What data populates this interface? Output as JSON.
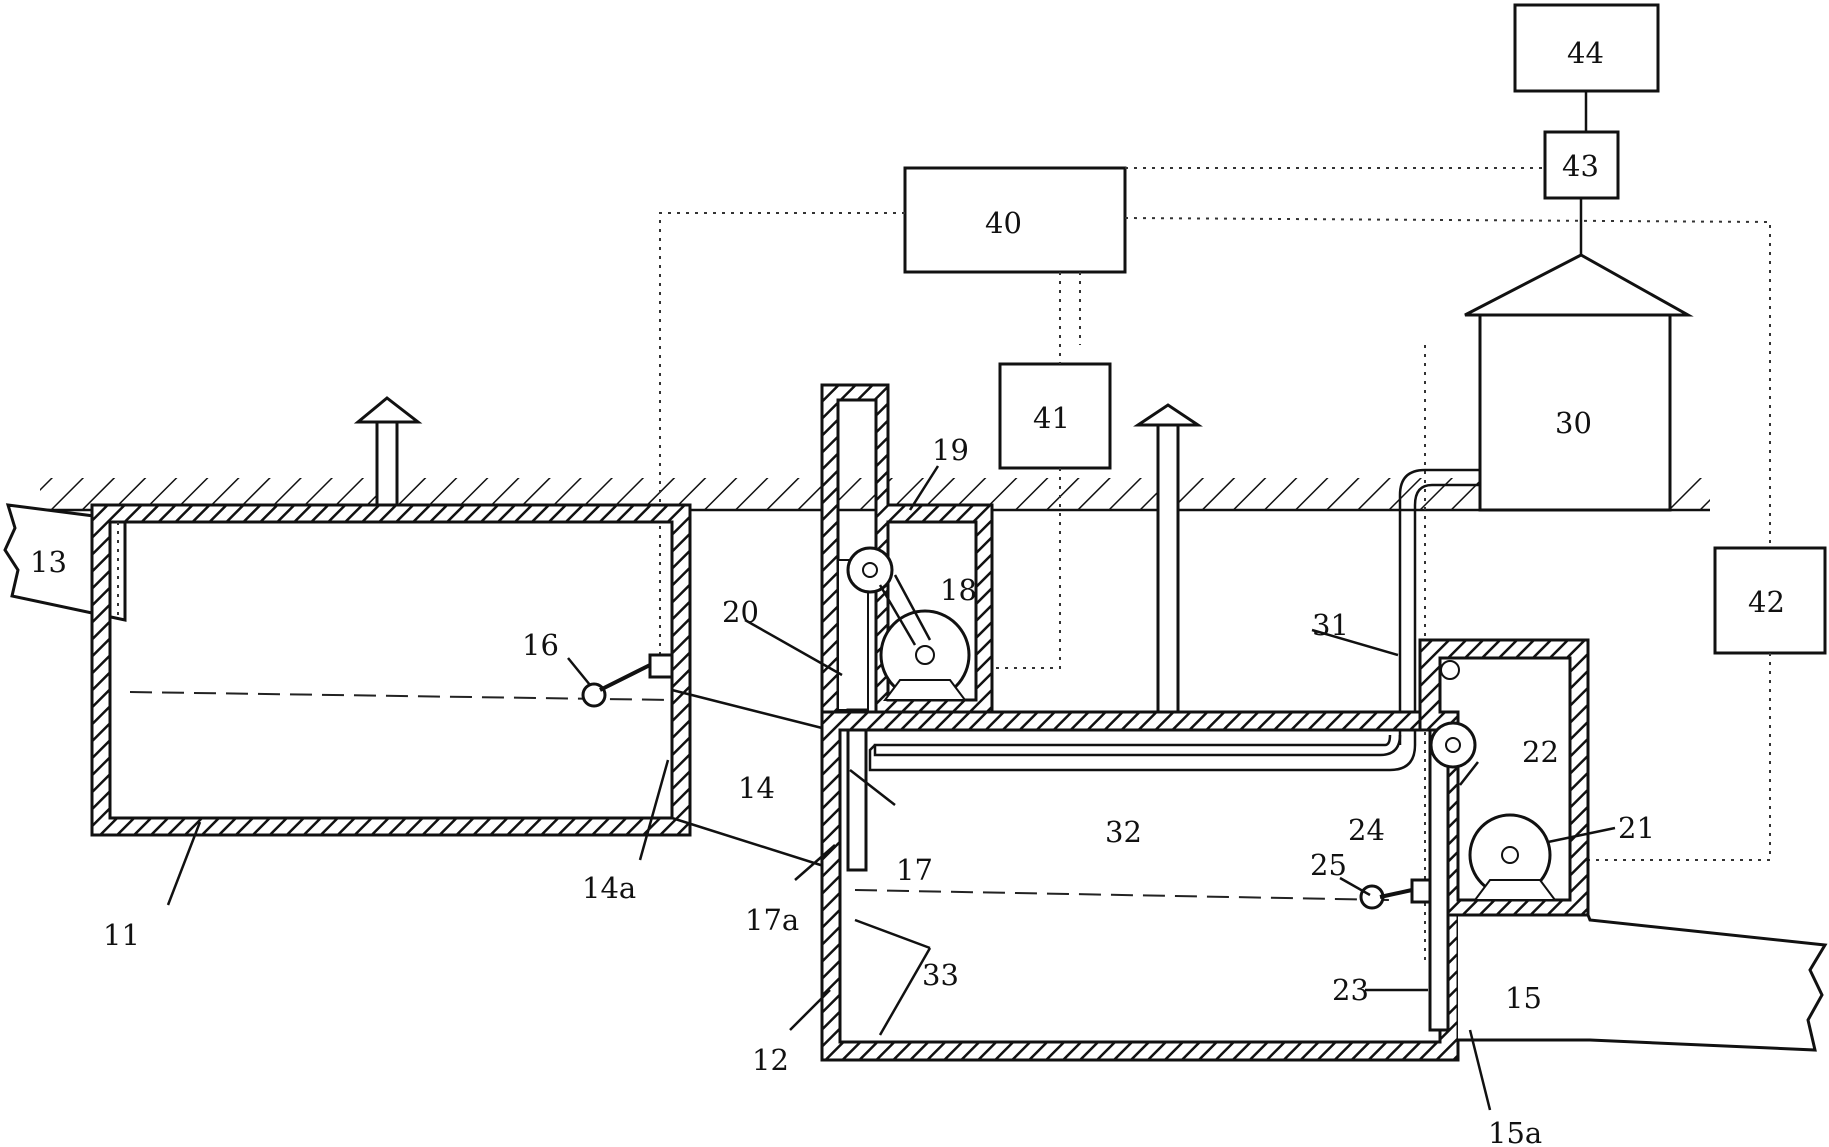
{
  "labels": {
    "l11": "11",
    "l12": "12",
    "l13": "13",
    "l14": "14",
    "l14a": "14a",
    "l15": "15",
    "l15a": "15a",
    "l16": "16",
    "l17": "17",
    "l17a": "17a",
    "l18": "18",
    "l19": "19",
    "l20": "20",
    "l21": "21",
    "l22": "22",
    "l23": "23",
    "l24": "24",
    "l25": "25",
    "l30": "30",
    "l31": "31",
    "l32": "32",
    "l33": "33",
    "l40": "40",
    "l41": "41",
    "l42": "42",
    "l43": "43",
    "l44": "44"
  }
}
